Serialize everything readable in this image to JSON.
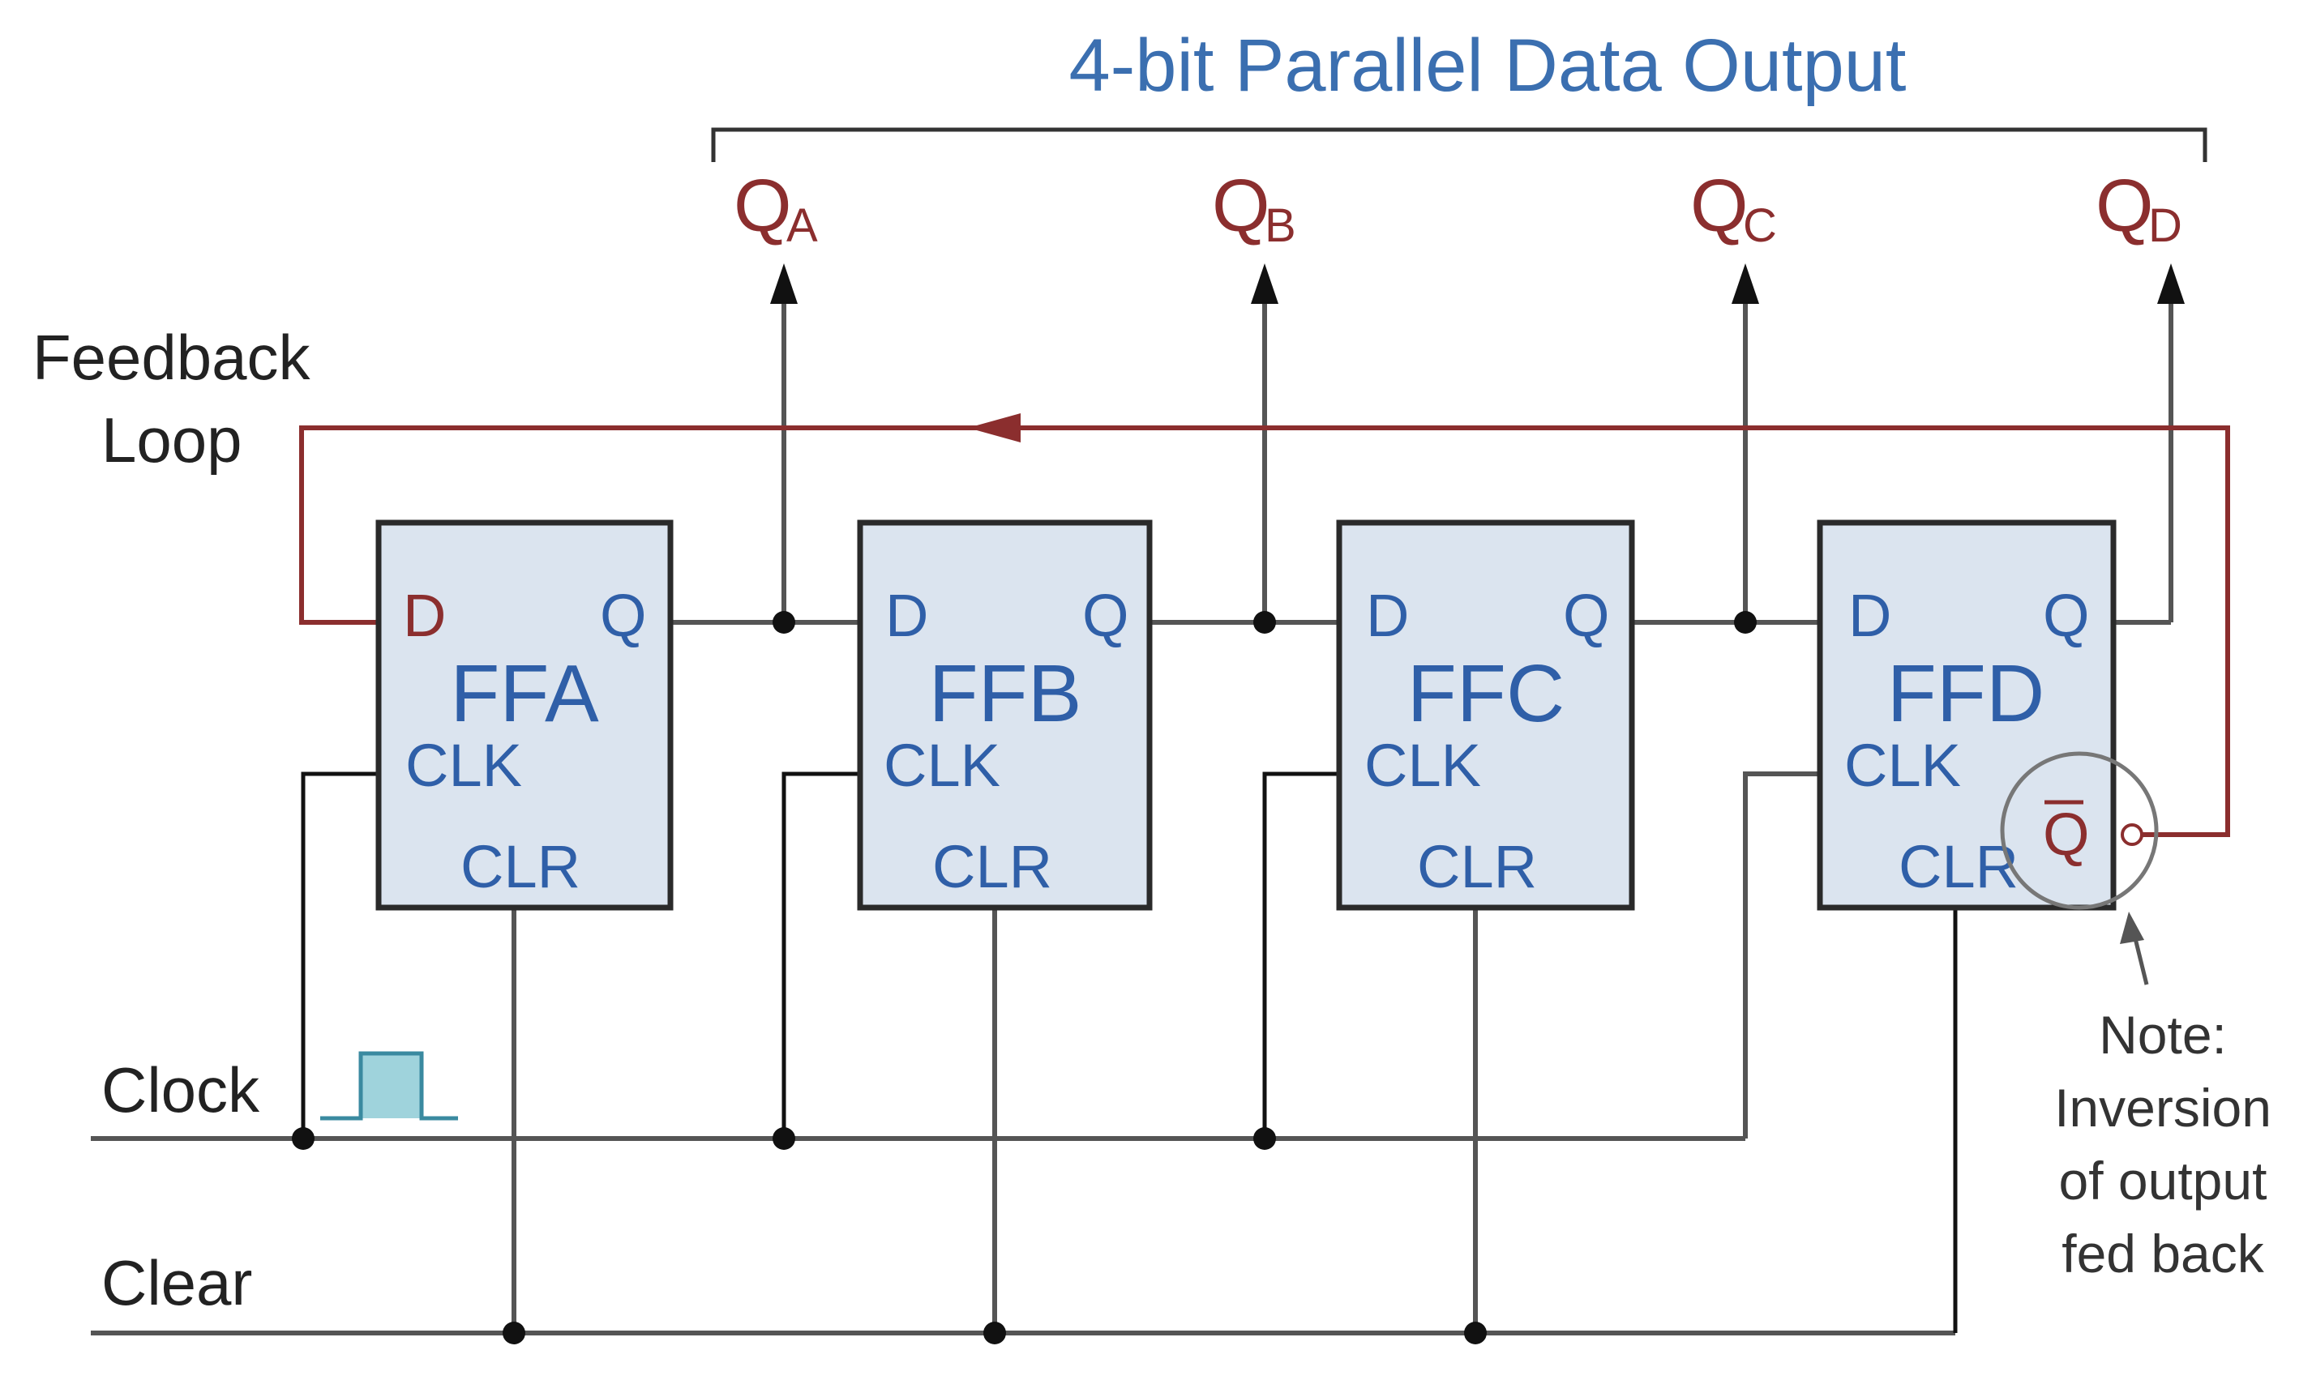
{
  "title": "4-bit Parallel Data Output",
  "outputs": [
    {
      "main": "Q",
      "sub": "A"
    },
    {
      "main": "Q",
      "sub": "B"
    },
    {
      "main": "Q",
      "sub": "C"
    },
    {
      "main": "Q",
      "sub": "D"
    }
  ],
  "flipflops": [
    {
      "name": "FFA",
      "d": "D",
      "q": "Q",
      "clk": "CLK",
      "clr": "CLR"
    },
    {
      "name": "FFB",
      "d": "D",
      "q": "Q",
      "clk": "CLK",
      "clr": "CLR"
    },
    {
      "name": "FFC",
      "d": "D",
      "q": "Q",
      "clk": "CLK",
      "clr": "CLR"
    },
    {
      "name": "FFD",
      "d": "D",
      "q": "Q",
      "clk": "CLK",
      "clr": "CLR"
    }
  ],
  "qbar_label": "Q",
  "feedback_label": [
    "Feedback",
    "Loop"
  ],
  "clock_label": "Clock",
  "clear_label": "Clear",
  "note": [
    "Note:",
    "Inversion",
    "of output",
    "fed back"
  ],
  "colors": {
    "title": "#3b6fb0",
    "outputs": "#8b2e2e",
    "feedback": "#8b2e2e",
    "box_fill": "#dbe4ef",
    "pin_text": "#2f5fa8",
    "clock_pulse": "#9fd3dc"
  }
}
